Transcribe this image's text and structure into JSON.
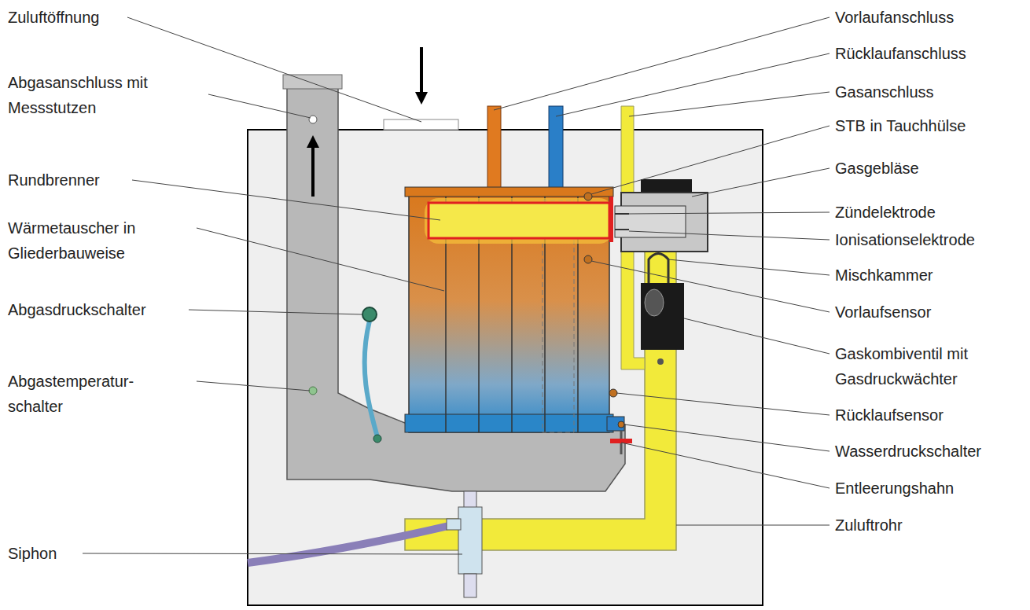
{
  "diagram": {
    "labels": [
      "Zuluftöffnung",
      "Abgasanschluss mit Messstutzen",
      "Rundbrenner",
      "Wärmetauscher in Gliederbauweise",
      "Abgasdruckschalter",
      "Abgastemperatur- schalter",
      "Siphon",
      "Vorlaufanschluss",
      "Rücklaufanschluss",
      "Gasanschluss",
      "STB in Tauchhülse",
      "Gasgebläse",
      "Zündelektrode",
      "Ionisationselektrode",
      "Mischkammer",
      "Vorlaufsensor",
      "Gaskombiventil mit Gasdruckwächter",
      "Rücklaufsensor",
      "Wasserdruckschalter",
      "Entleerungshahn",
      "Zuluftrohr"
    ]
  }
}
